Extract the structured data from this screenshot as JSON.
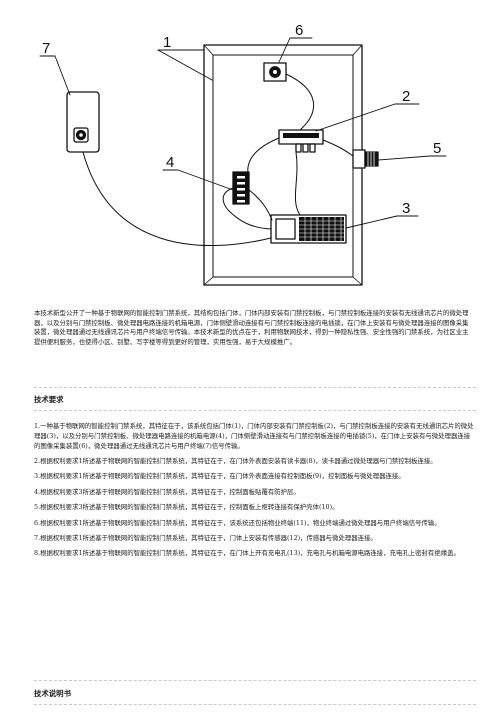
{
  "figure": {
    "callouts": [
      {
        "id": "label-1",
        "text": "1"
      },
      {
        "id": "label-2",
        "text": "2"
      },
      {
        "id": "label-3",
        "text": "3"
      },
      {
        "id": "label-4",
        "text": "4"
      },
      {
        "id": "label-5",
        "text": "5"
      },
      {
        "id": "label-6",
        "text": "6"
      },
      {
        "id": "label-7",
        "text": "7"
      }
    ]
  },
  "abstract": "本技术新型公开了一种基于物联网的智能控制门禁系统，其结构包括门体，门体内部安装有门禁控制板，与门禁控制板连接的安装有无线通讯芯片的微处理器，以及分别与门禁控制板、微处理器电路连接的机箱电源，门体侧壁滑动连接有与门禁控制板连接的电插锁，在门体上安装有与微处理器连接的图像采集装置，微处理器通过无线通讯芯片与用户终端信号传输。本技术新型的优点在于，利用物联网技术，得到一种隐私性强、安全性强的门禁系统，为社区业主提供便利服务，也使得小区、别墅、写字楼等得到更好的管理，实用性强，易于大规模推广。",
  "requirements": {
    "title": "技术要求",
    "claims": [
      "1.一种基于物联网的智能控制门禁系统，其特征在于，该系统包括门体(1)，门体内部安装有门禁控制板(2)，与门禁控制板连接的安装有无线通讯芯片的微处理器(3)，以及分别与门禁控制板、微处理器电路连接的机箱电源(4)，门体侧壁滑动连接有与门禁控制板连接的电插锁(5)，在门体上安装有与微处理器连接的图像采集装置(6)，微处理器通过无线通讯芯片与用户终端(7)信号传输。",
      "2.根据权利要求1所述基于物联网的智能控制门禁系统，其特征在于，在门体外表面安装有读卡器(8)，读卡器通过微处理器与门禁控制板连接。",
      "3.根据权利要求1所述基于物联网的智能控制门禁系统，其特征在于，在门体外表面连接有控制面板(9)，控制面板与微处理器连接。",
      "4.根据权利要求3所述基于物联网的智能控制门禁系统，其特征在于，控制面板贴覆有防护层。",
      "5.根据权利要求3所述基于物联网的智能控制门禁系统，其特征在于，控制面板上枢转连接有保护壳体(10)。",
      "6.根据权利要求1所述基于物联网的智能控制门禁系统，其特征在于，该系统还包括物业终端(11)，物业终端通过微处理器与用户终端信号传输。",
      "7.根据权利要求1所述基于物联网的智能控制门禁系统，其特征在于，门体上安装有传感器(12)，传感器与微处理器连接。",
      "8.根据权利要求1所述基于物联网的智能控制门禁系统，其特征在于，在门体上开有充电孔(13)，充电孔与机箱电源电路连接，充电孔上密封有绝缘盖。"
    ]
  },
  "description": {
    "title": "技术说明书"
  }
}
